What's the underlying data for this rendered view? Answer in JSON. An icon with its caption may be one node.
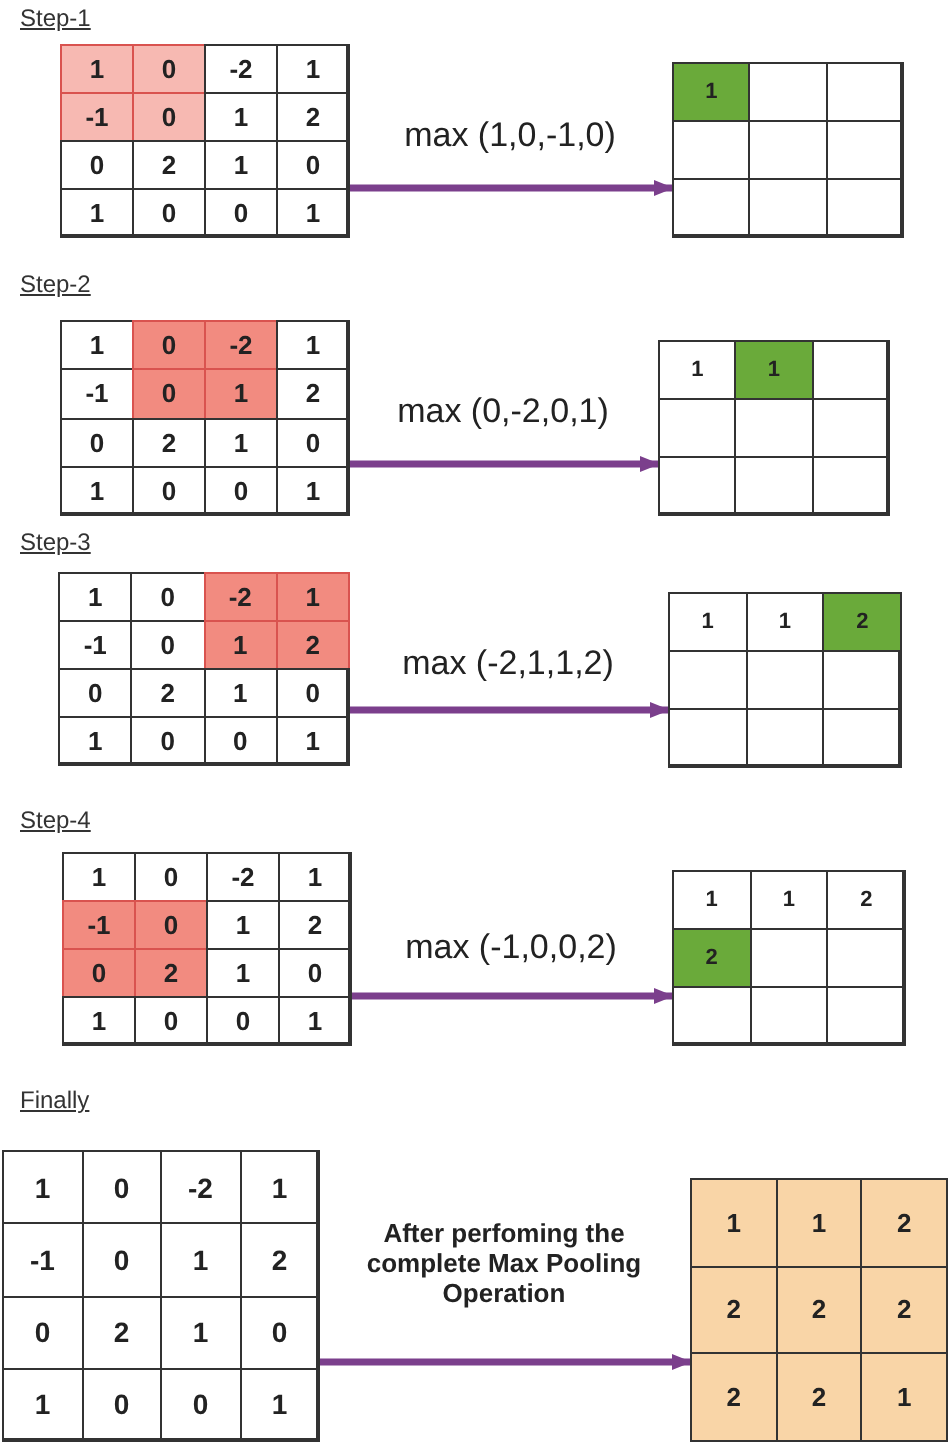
{
  "diagram": {
    "nodes": [
      {
        "text": [
          "1",
          "0",
          "-2",
          "1",
          "-1",
          "0",
          "1",
          "2",
          "0",
          "2",
          "1",
          "0",
          "1",
          "0",
          "0",
          "1"
        ]
      },
      {
        "text": [
          "1"
        ]
      },
      {
        "text": [
          "1",
          "0",
          "-2",
          "1",
          "-1",
          "0",
          "1",
          "2",
          "0",
          "2",
          "1",
          "0",
          "1",
          "0",
          "0",
          "1"
        ]
      },
      {
        "text": [
          "1",
          "1"
        ]
      },
      {
        "text": [
          "1",
          "0",
          "-2",
          "1",
          "-1",
          "0",
          "1",
          "2",
          "0",
          "2",
          "1",
          "0",
          "1",
          "0",
          "0",
          "1"
        ]
      },
      {
        "text": [
          "1",
          "1",
          "2"
        ]
      },
      {
        "text": [
          "1",
          "0",
          "-2",
          "1",
          "-1",
          "0",
          "1",
          "2",
          "0",
          "2",
          "1",
          "0",
          "1",
          "0",
          "0",
          "1"
        ]
      },
      {
        "text": [
          "1",
          "1",
          "2",
          "2"
        ]
      },
      {
        "text": [
          "1",
          "0",
          "-2",
          "1",
          "-1",
          "0",
          "1",
          "2",
          "0",
          "2",
          "1",
          "0",
          "1",
          "0",
          "0",
          "1"
        ]
      },
      {
        "text": [
          "1",
          "1",
          "2",
          "2",
          "2",
          "2",
          "2",
          "2",
          "1"
        ]
      }
    ],
    "edges": [
      {
        "from": 0,
        "to": 1,
        "arrow": "to",
        "label": "max (1,0,-1,0)"
      },
      {
        "from": 2,
        "to": 3,
        "arrow": "to",
        "label": "max (0,-2,0,1)"
      },
      {
        "from": 4,
        "to": 5,
        "arrow": "to",
        "label": "max (-2,1,1,2)"
      },
      {
        "from": 6,
        "to": 7,
        "arrow": "to",
        "label": "max (-1,0,0,2)"
      },
      {
        "from": 8,
        "to": 9,
        "arrow": "to",
        "label": "After perfoming the complete Max Pooling Operation"
      }
    ],
    "labels": [
      "Step-1",
      "Step-2",
      "Step-3",
      "Step-4",
      "Finally"
    ]
  }
}
